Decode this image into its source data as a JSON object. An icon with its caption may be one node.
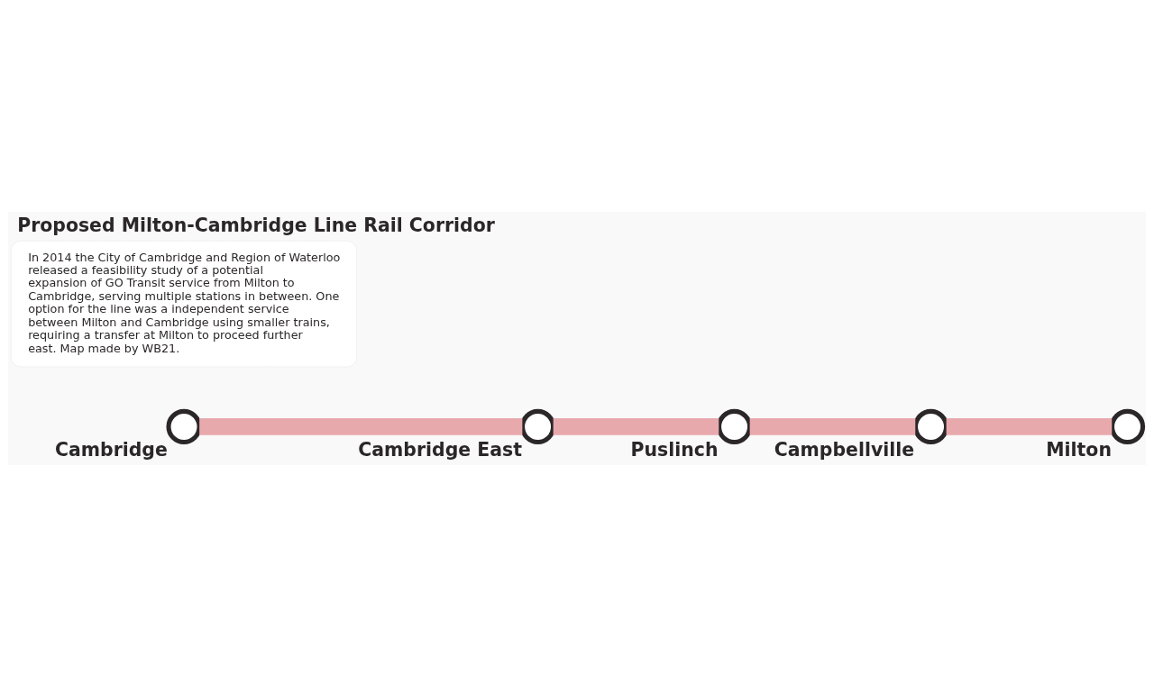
{
  "diagram": {
    "title": "Proposed Milton-Cambridge Line Rail Corridor",
    "nodes": [
      {
        "text": [
          "In 2014 the City of Cambridge and Region of Waterloo released a feasibility study of a potential expansion of GO Transit service from Milton to Cambridge, serving multiple stations in between. One option for the line was a independent service between Milton and Cambridge using smaller trains, requiring a transfer at Milton to proceed further east. Map made by WB21."
        ]
      },
      {
        "text": [],
        "shape": "circle",
        "beside": [
          "Cambridge"
        ]
      },
      {
        "text": [],
        "shape": "circle",
        "beside": [
          "Cambridge East"
        ]
      },
      {
        "text": [],
        "shape": "circle",
        "beside": [
          "Puslinch"
        ]
      },
      {
        "text": [],
        "shape": "circle",
        "beside": [
          "Campbellville"
        ]
      },
      {
        "text": [],
        "shape": "circle",
        "beside": [
          "Milton"
        ]
      }
    ],
    "edges": [
      {
        "from": 1,
        "to": 2,
        "arrow": "none"
      },
      {
        "from": 2,
        "to": 3,
        "arrow": "none"
      },
      {
        "from": 3,
        "to": 4,
        "arrow": "none"
      },
      {
        "from": 4,
        "to": 5,
        "arrow": "none"
      }
    ]
  }
}
